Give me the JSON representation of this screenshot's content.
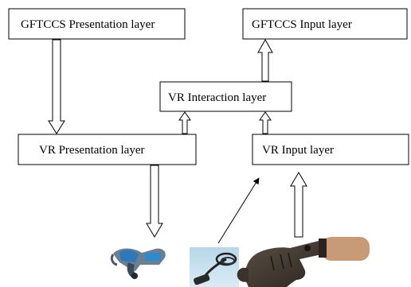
{
  "boxes": {
    "gftccs_presentation": "GFTCCS Presentation layer",
    "gftccs_input": "GFTCCS Input layer",
    "vr_interaction": "VR Interaction layer",
    "vr_presentation": "VR Presentation layer",
    "vr_input": "VR Input layer"
  },
  "devices": {
    "hmd": "head-mounted-display",
    "tracker": "motion-tracker",
    "glove": "data-glove"
  }
}
